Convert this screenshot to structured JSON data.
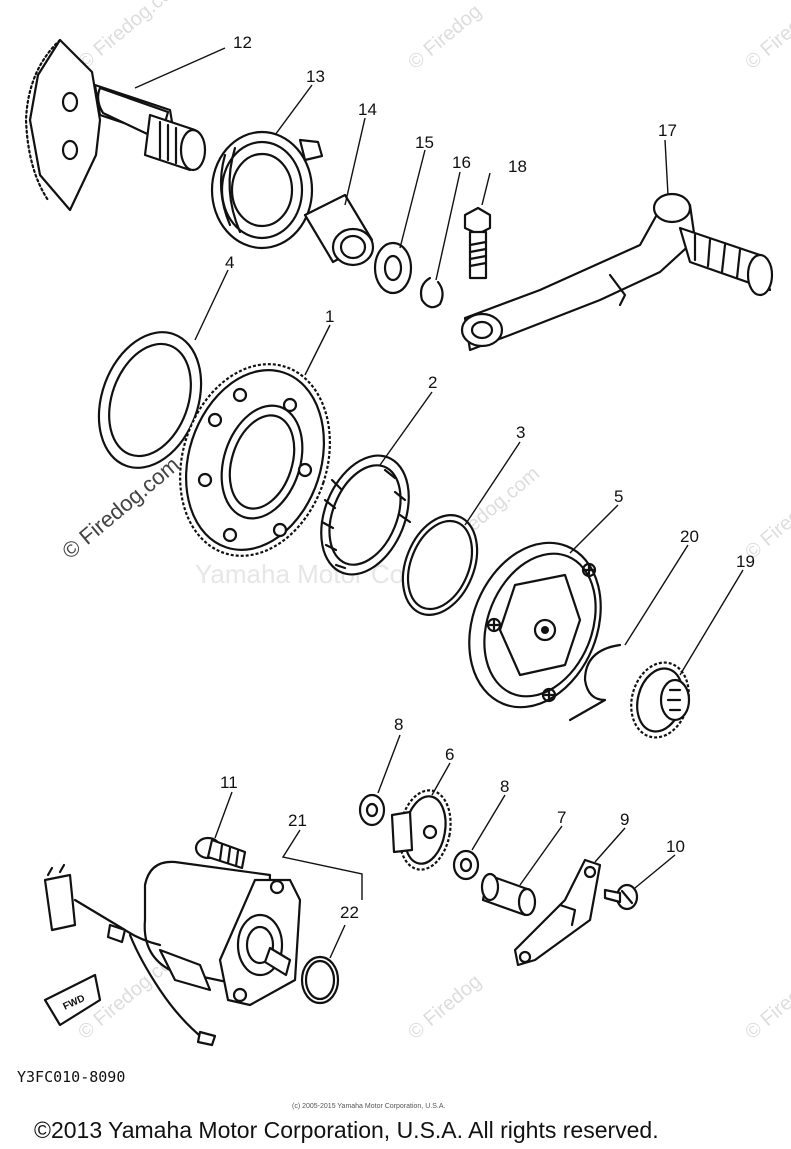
{
  "watermark": {
    "brand": "© Firedog.com",
    "brand_short": "© Firedog",
    "motor": "Yamaha Motor Corp."
  },
  "part_labels": [
    "1",
    "2",
    "3",
    "4",
    "5",
    "6",
    "7",
    "8",
    "8",
    "9",
    "10",
    "11",
    "12",
    "13",
    "14",
    "15",
    "16",
    "17",
    "18",
    "19",
    "20",
    "21",
    "22"
  ],
  "diagram_code": "Y3FC010-8090",
  "small_copyright": "(c) 2005-2015 Yamaha Motor Corporation, U.S.A.",
  "copyright": "©2013 Yamaha Motor Corporation, U.S.A. All rights reserved.",
  "fwd_tag": "FWD"
}
